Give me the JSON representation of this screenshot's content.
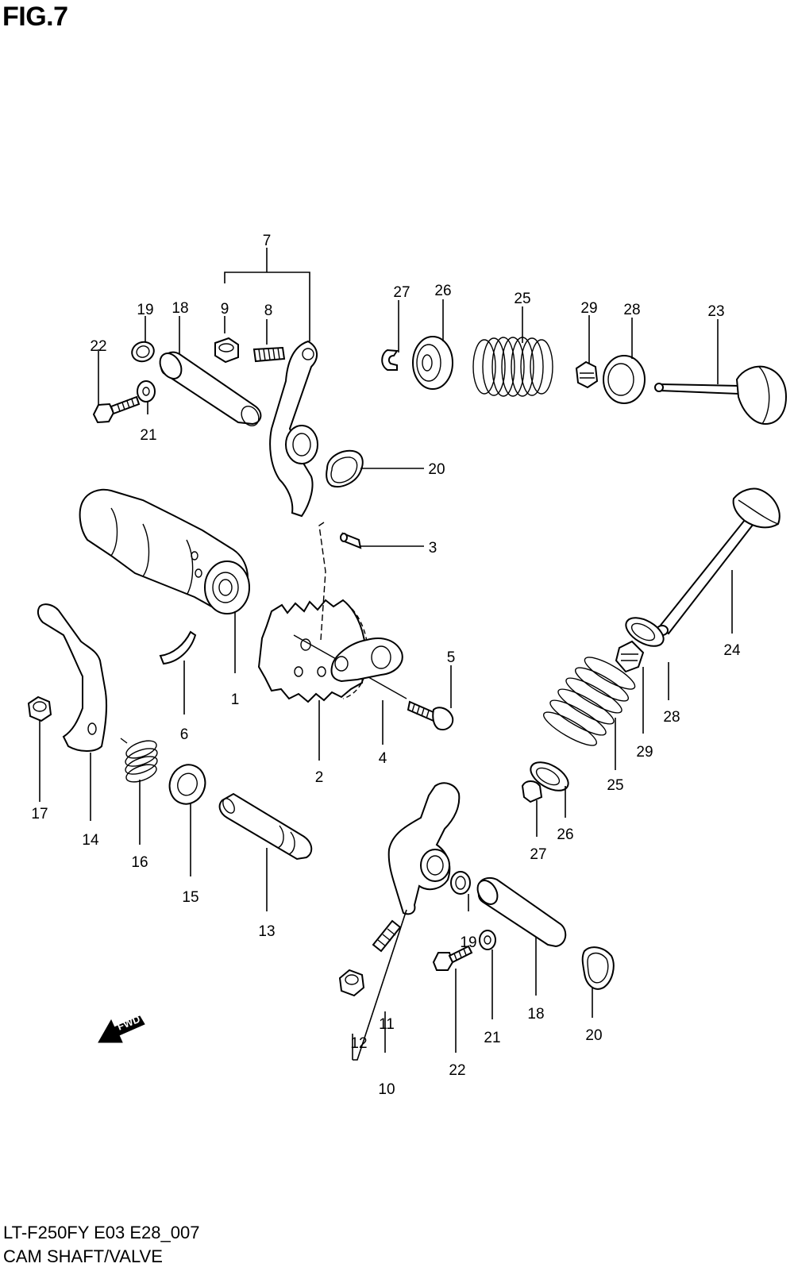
{
  "figure_title": "FIG.7",
  "model_code": "LT-F250FY E03 E28_007",
  "caption": "CAM SHAFT/VALVE",
  "fwd_label": "FWD",
  "callouts": [
    {
      "id": "c7",
      "text": "7"
    },
    {
      "id": "c27a",
      "text": "27"
    },
    {
      "id": "c26a",
      "text": "26"
    },
    {
      "id": "c25a",
      "text": "25"
    },
    {
      "id": "c29a",
      "text": "29"
    },
    {
      "id": "c28a",
      "text": "28"
    },
    {
      "id": "c23",
      "text": "23"
    },
    {
      "id": "c19a",
      "text": "19"
    },
    {
      "id": "c18a",
      "text": "18"
    },
    {
      "id": "c9",
      "text": "9"
    },
    {
      "id": "c8",
      "text": "8"
    },
    {
      "id": "c22a",
      "text": "22"
    },
    {
      "id": "c21a",
      "text": "21"
    },
    {
      "id": "c20a",
      "text": "20"
    },
    {
      "id": "c3",
      "text": "3"
    },
    {
      "id": "c24",
      "text": "24"
    },
    {
      "id": "c1",
      "text": "1"
    },
    {
      "id": "c5",
      "text": "5"
    },
    {
      "id": "c28b",
      "text": "28"
    },
    {
      "id": "c29b",
      "text": "29"
    },
    {
      "id": "c6",
      "text": "6"
    },
    {
      "id": "c4",
      "text": "4"
    },
    {
      "id": "c2",
      "text": "2"
    },
    {
      "id": "c17",
      "text": "17"
    },
    {
      "id": "c25b",
      "text": "25"
    },
    {
      "id": "c14",
      "text": "14"
    },
    {
      "id": "c16",
      "text": "16"
    },
    {
      "id": "c26b",
      "text": "26"
    },
    {
      "id": "c27b",
      "text": "27"
    },
    {
      "id": "c15",
      "text": "15"
    },
    {
      "id": "c13",
      "text": "13"
    },
    {
      "id": "c19b",
      "text": "19"
    },
    {
      "id": "c18b",
      "text": "18"
    },
    {
      "id": "c11",
      "text": "11"
    },
    {
      "id": "c21b",
      "text": "21"
    },
    {
      "id": "c20b",
      "text": "20"
    },
    {
      "id": "c12",
      "text": "12"
    },
    {
      "id": "c22b",
      "text": "22"
    },
    {
      "id": "c10",
      "text": "10"
    }
  ]
}
